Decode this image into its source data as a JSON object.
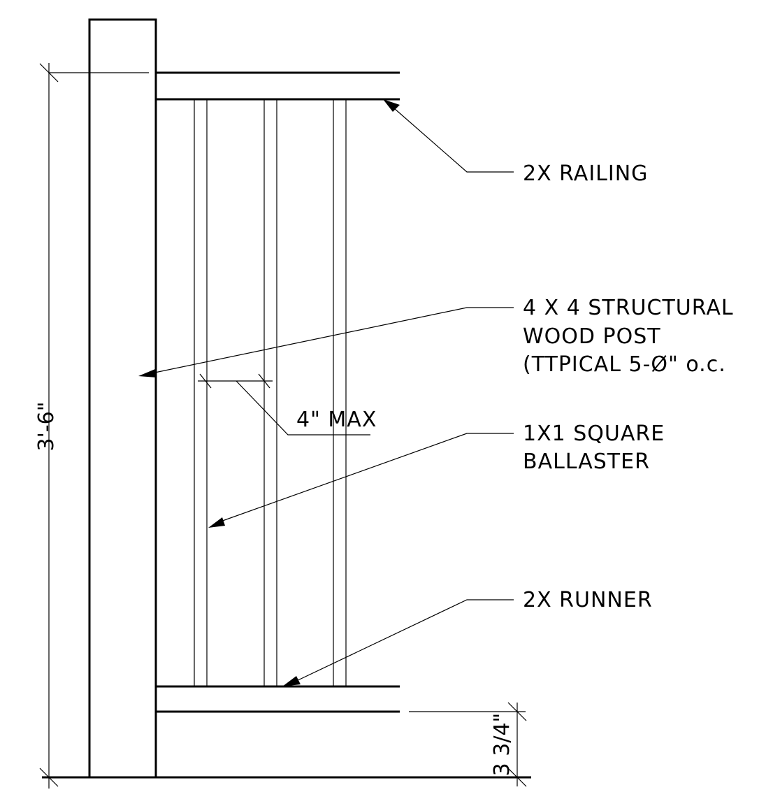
{
  "labels": {
    "railing": "2X RAILING",
    "post_line1": "4 X 4 STRUCTURAL",
    "post_line2": "WOOD POST",
    "post_line3": "(TTPICAL 5-Ø\" o.c.",
    "spacing": "4\" MAX",
    "baluster_line1": "1X1 SQUARE",
    "baluster_line2": "BALLASTER",
    "runner": "2X RUNNER"
  },
  "dimensions": {
    "overall_height": "3'-6\"",
    "runner_clearance": "3 3/4\""
  },
  "colors": {
    "line": "#000000",
    "background": "#ffffff"
  }
}
